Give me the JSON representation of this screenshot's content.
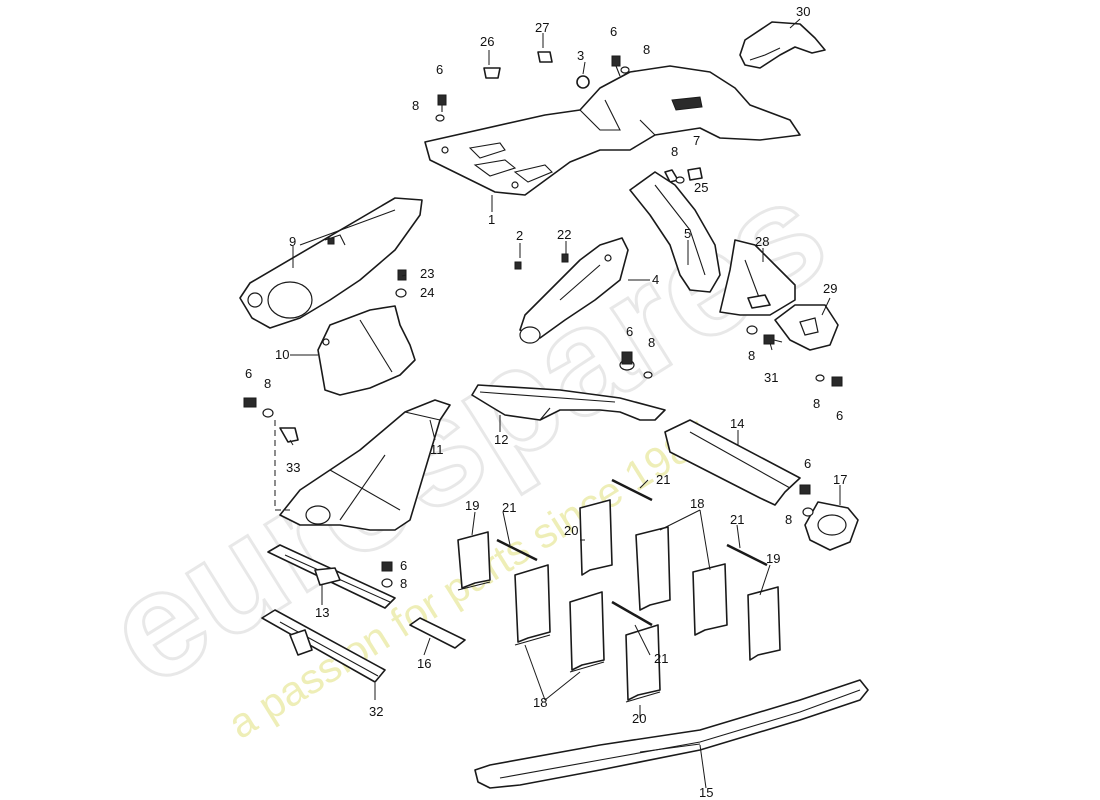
{
  "watermark": {
    "logo_text": "eurospares",
    "tagline": "a passion for parts since 1985",
    "tagline_color": "#e9e9a0",
    "logo_color": "#d6d6d6"
  },
  "callouts": {
    "c1": "1",
    "c2": "2",
    "c3": "3",
    "c4": "4",
    "c5": "5",
    "c6a": "6",
    "c6b": "6",
    "c6c": "6",
    "c6d": "6",
    "c6e": "6",
    "c6f": "6",
    "c6g": "6",
    "c7": "7",
    "c8a": "8",
    "c8b": "8",
    "c8c": "8",
    "c8d": "8",
    "c8e": "8",
    "c8f": "8",
    "c8g": "8",
    "c8h": "8",
    "c8i": "8",
    "c9": "9",
    "c10": "10",
    "c11": "11",
    "c12": "12",
    "c13": "13",
    "c14": "14",
    "c15": "15",
    "c16": "16",
    "c17": "17",
    "c18a": "18",
    "c18b": "18",
    "c19a": "19",
    "c19b": "19",
    "c20a": "20",
    "c20b": "20",
    "c21a": "21",
    "c21b": "21",
    "c21c": "21",
    "c21d": "21",
    "c22": "22",
    "c23": "23",
    "c24": "24",
    "c25": "25",
    "c26": "26",
    "c27": "27",
    "c28": "28",
    "c29": "29",
    "c30": "30",
    "c31": "31",
    "c32": "32",
    "c33": "33"
  }
}
